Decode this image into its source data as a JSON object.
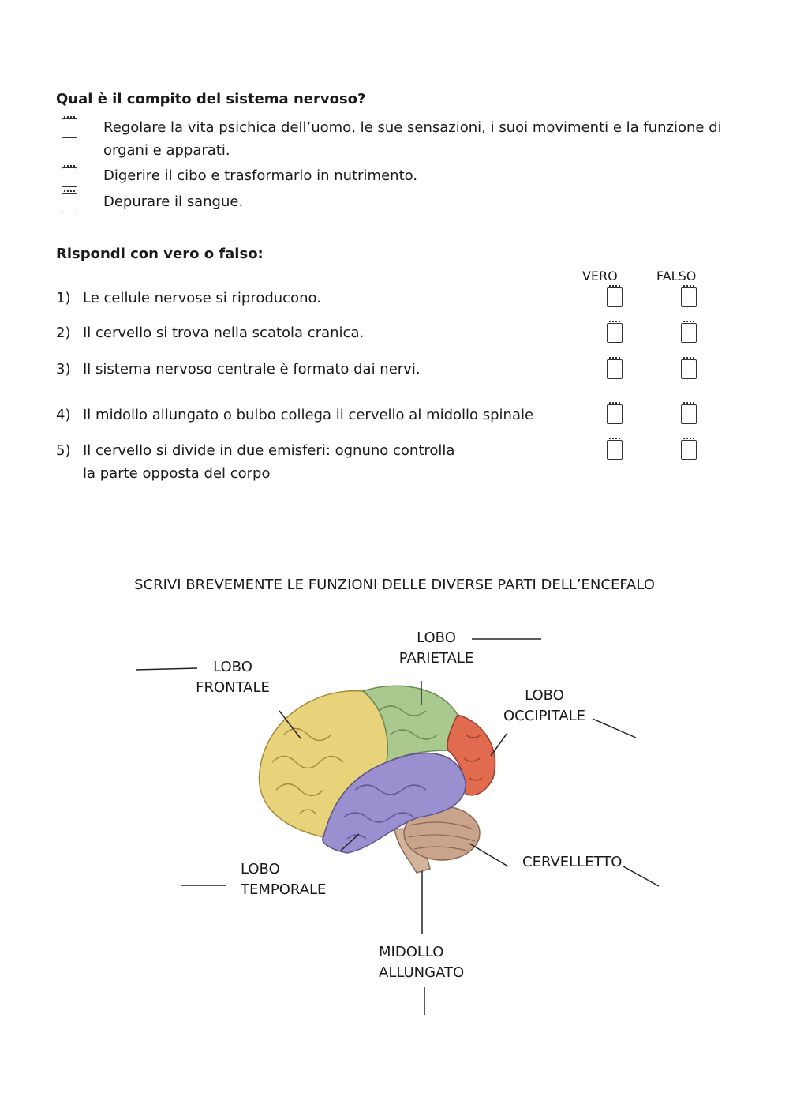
{
  "q1": {
    "title": "Qual è il compito del sistema nervoso?",
    "options": [
      {
        "line1": "Regolare la vita psichica dell’uomo, le sue sensazioni, i suoi movimenti e la funzione di",
        "line2": "organi e apparati."
      },
      {
        "line1": "Digerire il cibo e trasformarlo in nutrimento."
      },
      {
        "line1": "Depurare il sangue."
      }
    ]
  },
  "q2": {
    "title": "Rispondi con vero o falso:",
    "header_true": "VERO",
    "header_false": "FALSO",
    "items": [
      {
        "num": "1)",
        "line1": "Le cellule nervose si riproducono."
      },
      {
        "num": "2)",
        "line1": "Il cervello si trova nella scatola cranica."
      },
      {
        "num": "3)",
        "line1": "Il sistema nervoso centrale è formato dai nervi."
      },
      {
        "num": "4)",
        "line1": "Il midollo allungato o bulbo collega il cervello al midollo spinale"
      },
      {
        "num": "5)",
        "line1": "Il cervello si divide in due emisferi: ognuno controlla",
        "line2": "la parte opposta del corpo"
      }
    ]
  },
  "q3": {
    "title": "SCRIVI BREVEMENTE LE FUNZIONI DELLE DIVERSE PARTI DELL’ENCEFALO",
    "labels": {
      "frontal": [
        "LOBO",
        "FRONTALE"
      ],
      "parietal": [
        "LOBO",
        "PARIETALE"
      ],
      "occipital": [
        "LOBO",
        "OCCIPITALE"
      ],
      "temporal": [
        "LOBO",
        "TEMPORALE"
      ],
      "cerebellum": [
        "CERVELLETTO"
      ],
      "medulla": [
        "MIDOLLO",
        "ALLUNGATO"
      ]
    }
  },
  "colors": {
    "frontal": "#e8d27a",
    "parietal": "#a9c98f",
    "occipital": "#e06b4f",
    "temporal": "#9a8fcf",
    "cerebellum": "#c9a48a",
    "stem": "#d4b39c"
  }
}
